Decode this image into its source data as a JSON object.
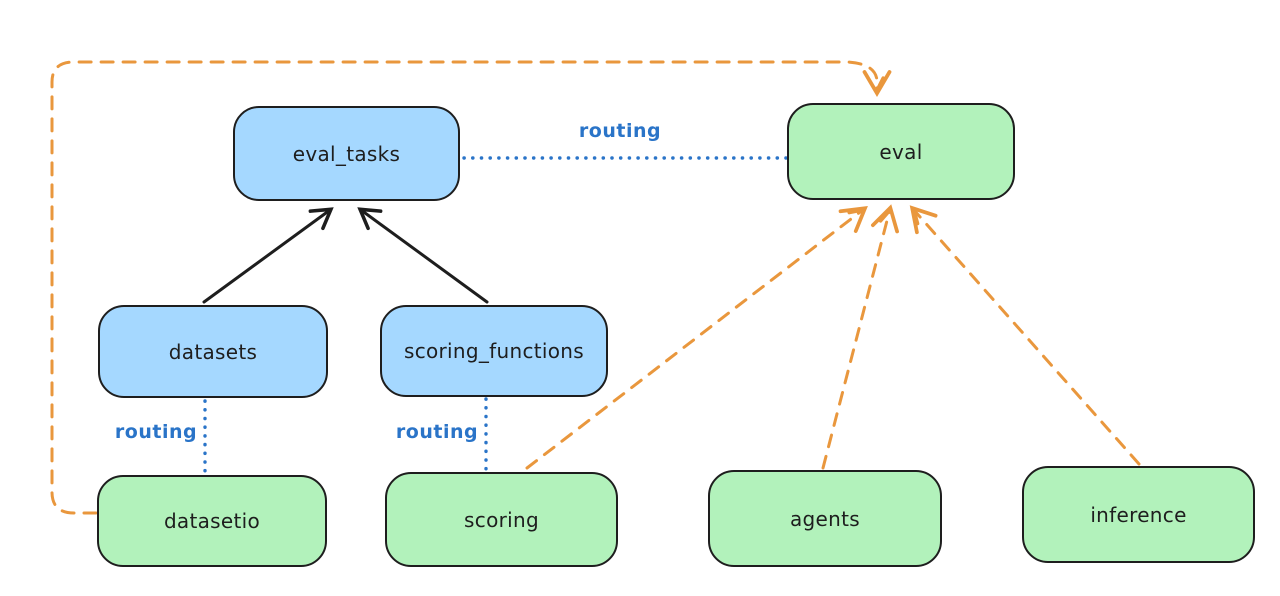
{
  "colors": {
    "background": "#ffffff",
    "stroke": "#1e1e1e",
    "node_blue_fill": "#a5d8ff",
    "node_green_fill": "#b2f2bb",
    "routing_blue": "#2a74c8",
    "orange": "#e9973d"
  },
  "nodes": {
    "eval_tasks": {
      "label": "eval_tasks",
      "color": "blue"
    },
    "eval": {
      "label": "eval",
      "color": "green"
    },
    "datasets": {
      "label": "datasets",
      "color": "blue"
    },
    "scoring_functions": {
      "label": "scoring_functions",
      "color": "blue"
    },
    "datasetio": {
      "label": "datasetio",
      "color": "green"
    },
    "scoring": {
      "label": "scoring",
      "color": "green"
    },
    "agents": {
      "label": "agents",
      "color": "green"
    },
    "inference": {
      "label": "inference",
      "color": "green"
    }
  },
  "edge_labels": {
    "eval_tasks_eval": "routing",
    "datasets_datasetio": "routing",
    "scoring_functions_scoring": "routing"
  },
  "edges": [
    {
      "from": "datasets",
      "to": "eval_tasks",
      "style": "solid-black-arrow"
    },
    {
      "from": "scoring_functions",
      "to": "eval_tasks",
      "style": "solid-black-arrow"
    },
    {
      "from": "eval_tasks",
      "to": "eval",
      "style": "dotted-blue",
      "label": "routing"
    },
    {
      "from": "datasets",
      "to": "datasetio",
      "style": "dotted-blue",
      "label": "routing"
    },
    {
      "from": "scoring_functions",
      "to": "scoring",
      "style": "dotted-blue",
      "label": "routing"
    },
    {
      "from": "datasetio",
      "to": "eval",
      "style": "dashed-orange-arrow",
      "route": "around-left-and-top"
    },
    {
      "from": "scoring",
      "to": "eval",
      "style": "dashed-orange-arrow"
    },
    {
      "from": "agents",
      "to": "eval",
      "style": "dashed-orange-arrow"
    },
    {
      "from": "inference",
      "to": "eval",
      "style": "dashed-orange-arrow"
    }
  ]
}
